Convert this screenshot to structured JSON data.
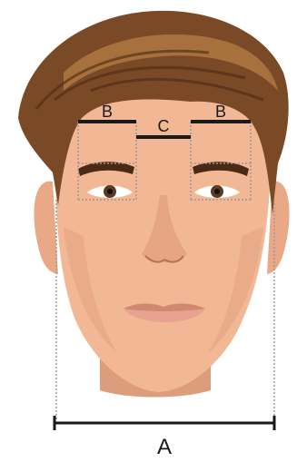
{
  "labels": {
    "left_eye_width": "B",
    "inter_eye_distance": "C",
    "right_eye_width": "B",
    "face_width": "A"
  },
  "colors": {
    "skin": "#f2b896",
    "skin_shadow": "#dd9c7b",
    "hair": "#7a4a26",
    "hair_highlight": "#b37a45",
    "hair_dark": "#4a2a14",
    "measure_line": "#1a1a1a",
    "guide_line": "#9a9a9a",
    "lips": "#e7a38f",
    "iris": "#5a3a22"
  }
}
